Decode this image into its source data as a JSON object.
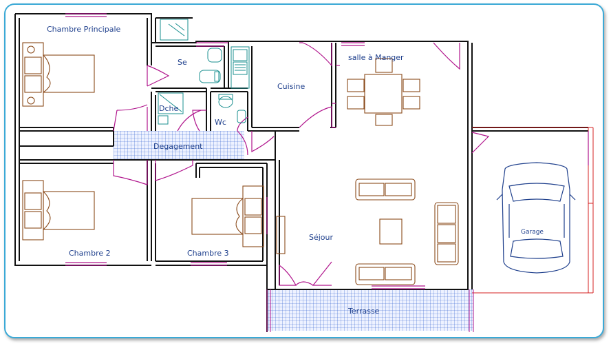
{
  "rooms": {
    "chambre_principale": "Chambre Principale",
    "se": "Se",
    "cuisine": "Cuisine",
    "salle_a_manger": "salle à Manger",
    "dche": "Dche",
    "wc": "Wc",
    "degagement": "Degagement",
    "chambre_2": "Chambre 2",
    "chambre_3": "Chambre 3",
    "sejour": "Séjour",
    "garage": "Garage",
    "terrasse": "Terrasse"
  },
  "colors": {
    "wall": "#111111",
    "door": "#b0148c",
    "furniture": "#8a4a1a",
    "fixture": "#1a8f8f",
    "tile": "#2e5fd0",
    "label": "#1e3f8c",
    "garage_line": "#d42020",
    "frame": "#3aa9d6"
  }
}
